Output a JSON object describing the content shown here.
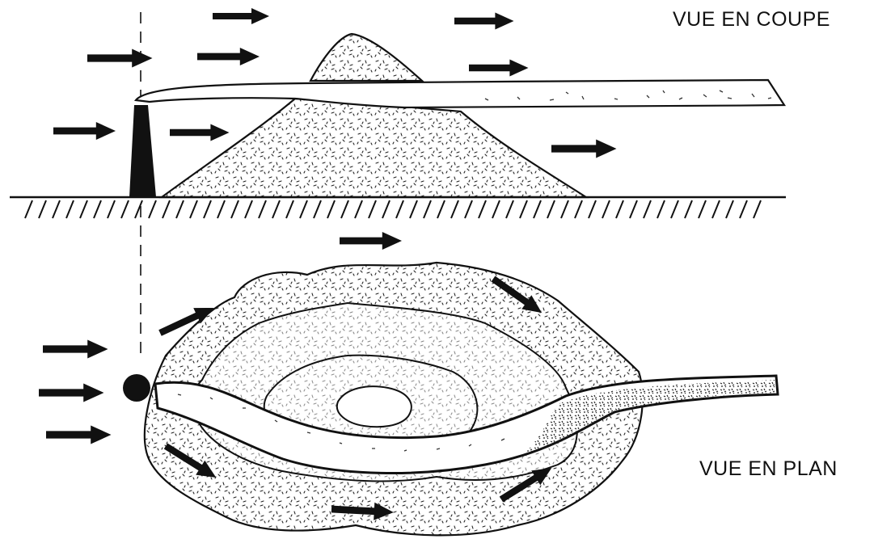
{
  "labels": {
    "section_view": "VUE EN COUPE",
    "plan_view": "VUE EN PLAN"
  },
  "colors": {
    "ink": "#111111",
    "background": "#ffffff"
  },
  "icons": [
    "wind-arrow-icon",
    "chimney-icon",
    "chimney-point-icon",
    "ground-hatching"
  ]
}
